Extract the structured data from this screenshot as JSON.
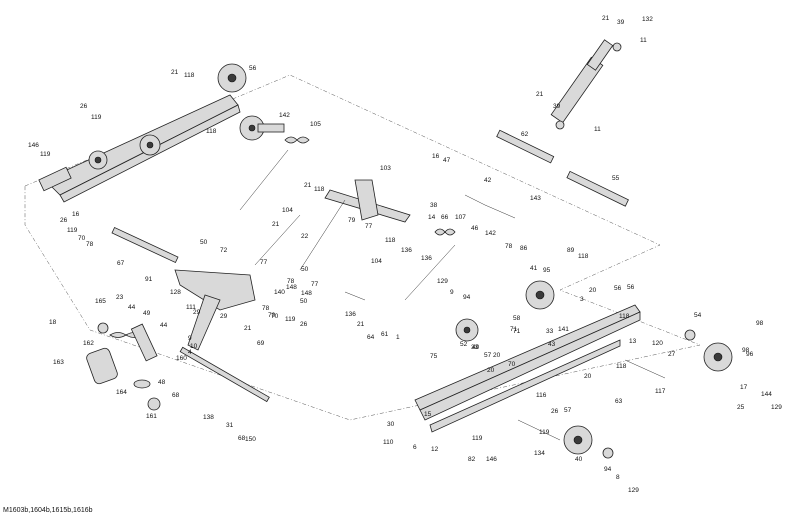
{
  "footer_code": "M1603b,1604b,1615b,1616b",
  "callouts": [
    "21",
    "39",
    "132",
    "11",
    "56",
    "21",
    "118",
    "26",
    "119",
    "142",
    "105",
    "21",
    "39",
    "11",
    "146",
    "119",
    "118",
    "62",
    "16",
    "47",
    "103",
    "21",
    "118",
    "42",
    "55",
    "143",
    "38",
    "14",
    "66",
    "107",
    "16",
    "26",
    "119",
    "70",
    "78",
    "104",
    "21",
    "22",
    "79",
    "77",
    "46",
    "142",
    "78",
    "86",
    "50",
    "72",
    "118",
    "89",
    "136",
    "67",
    "91",
    "77",
    "140",
    "148",
    "148",
    "104",
    "77",
    "41",
    "95",
    "3",
    "129",
    "9",
    "20",
    "56",
    "94",
    "165",
    "23",
    "44",
    "128",
    "118",
    "54",
    "18",
    "111",
    "49",
    "29",
    "29",
    "78",
    "70",
    "119",
    "26",
    "21",
    "50",
    "136",
    "98",
    "44",
    "9",
    "52",
    "40",
    "57",
    "20",
    "58",
    "33",
    "71",
    "141",
    "43",
    "120",
    "27",
    "162",
    "10",
    "160",
    "21",
    "64",
    "61",
    "1",
    "75",
    "13",
    "4",
    "98",
    "17",
    "25",
    "144",
    "129",
    "163",
    "69",
    "70",
    "71",
    "33",
    "20",
    "20",
    "118",
    "117",
    "164",
    "48",
    "68",
    "30",
    "116",
    "57",
    "63",
    "26",
    "119",
    "138",
    "161",
    "31",
    "68",
    "110",
    "6",
    "12",
    "119",
    "146",
    "82",
    "134",
    "40",
    "94",
    "8",
    "129",
    "15",
    "56",
    "150",
    "50",
    "78",
    "136",
    "118",
    "70",
    "96"
  ]
}
